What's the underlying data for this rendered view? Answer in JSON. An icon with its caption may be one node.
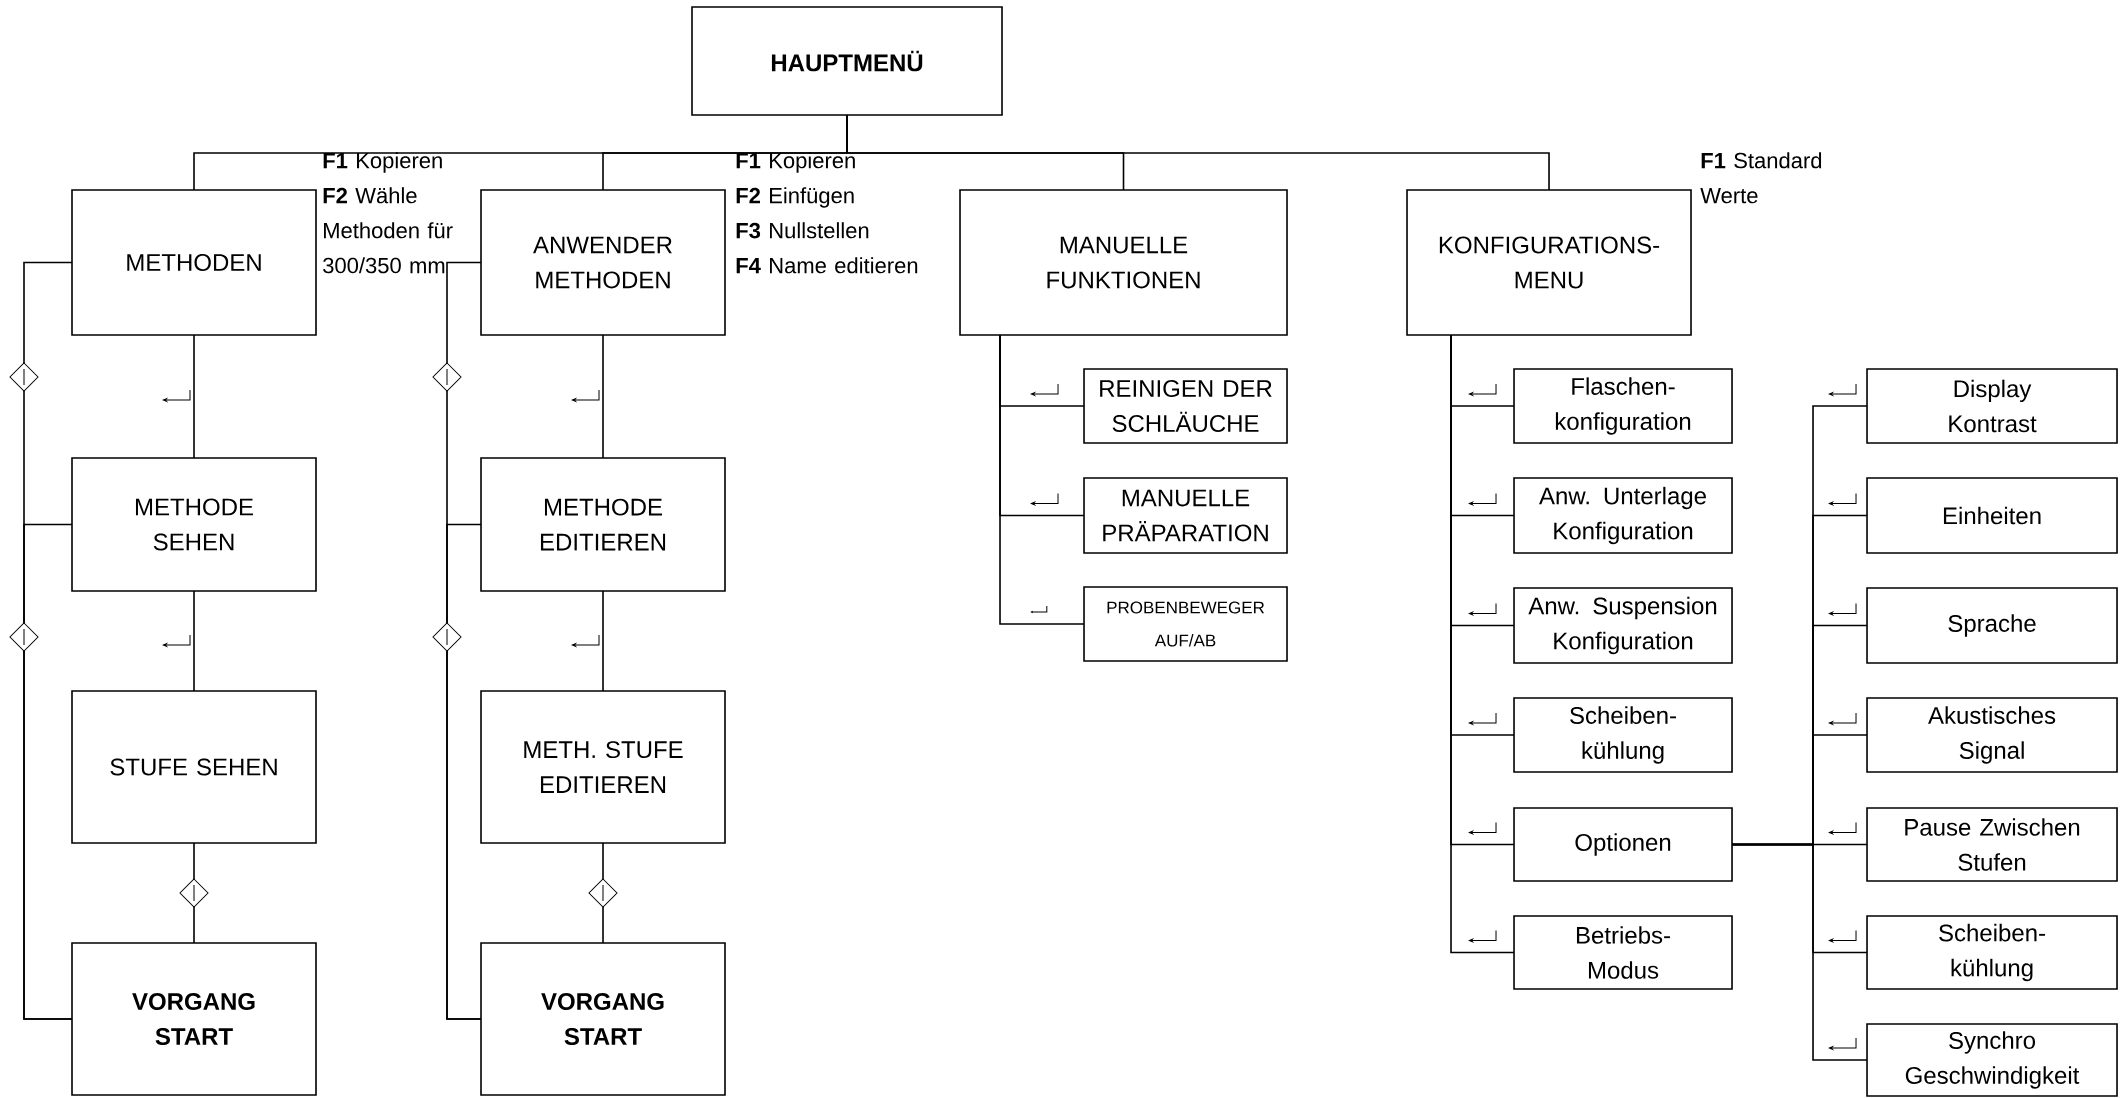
{
  "diagram": {
    "nodes": [
      {
        "text": [
          "HAUPTMENÜ"
        ]
      },
      {
        "text": [
          "METHODEN"
        ]
      },
      {
        "text": [
          "ANWENDER METHODEN"
        ]
      },
      {
        "text": [
          "MANUELLE FUNKTIONEN"
        ]
      },
      {
        "text": [
          "KONFIGURATIONS-MENU"
        ]
      },
      {
        "text": [
          "METHODE SEHEN"
        ]
      },
      {
        "text": [
          "STUFE SEHEN"
        ]
      },
      {
        "text": [
          "VORGANG START"
        ]
      },
      {
        "text": [
          "METHODE EDITIEREN"
        ]
      },
      {
        "text": [
          "METH. STUFE EDITIEREN"
        ]
      },
      {
        "text": [
          "VORGANG START"
        ]
      },
      {
        "text": [
          "REINIGEN DER SCHLÄUCHE"
        ]
      },
      {
        "text": [
          "MANUELLE PRÄPARATION"
        ]
      },
      {
        "text": [
          "PROBENBEWEGER AUF/AB"
        ]
      },
      {
        "text": [
          "Flaschen-konfiguration"
        ]
      },
      {
        "text": [
          "Anw. Unterlage Konfiguration"
        ]
      },
      {
        "text": [
          "Anw. Suspension Konfiguration"
        ]
      },
      {
        "text": [
          "Scheiben-kühlung"
        ]
      },
      {
        "text": [
          "Optionen"
        ]
      },
      {
        "text": [
          "Betriebs-Modus"
        ]
      },
      {
        "text": [
          "Display Kontrast"
        ]
      },
      {
        "text": [
          "Einheiten"
        ]
      },
      {
        "text": [
          "Sprache"
        ]
      },
      {
        "text": [
          "Akustisches Signal"
        ]
      },
      {
        "text": [
          "Pause Zwischen Stufen"
        ]
      },
      {
        "text": [
          "Scheiben-kühlung"
        ]
      },
      {
        "text": [
          "Synchro Geschwindigkeit"
        ]
      }
    ],
    "edges": [
      {
        "from": 0,
        "to": 1,
        "arrow": "none"
      },
      {
        "from": 0,
        "to": 2,
        "arrow": "none"
      },
      {
        "from": 0,
        "to": 3,
        "arrow": "none"
      },
      {
        "from": 0,
        "to": 4,
        "arrow": "none"
      },
      {
        "from": 1,
        "to": 5,
        "arrow": "none"
      },
      {
        "from": 5,
        "to": 6,
        "arrow": "none"
      },
      {
        "from": 6,
        "to": 7,
        "arrow": "none"
      },
      {
        "from": 1,
        "to": 7,
        "arrow": "none"
      },
      {
        "from": 5,
        "to": 7,
        "arrow": "none"
      },
      {
        "from": 2,
        "to": 8,
        "arrow": "none"
      },
      {
        "from": 8,
        "to": 9,
        "arrow": "none"
      },
      {
        "from": 9,
        "to": 10,
        "arrow": "none"
      },
      {
        "from": 2,
        "to": 10,
        "arrow": "none"
      },
      {
        "from": 8,
        "to": 10,
        "arrow": "none"
      },
      {
        "from": 3,
        "to": 11,
        "arrow": "none"
      },
      {
        "from": 3,
        "to": 12,
        "arrow": "none"
      },
      {
        "from": 3,
        "to": 13,
        "arrow": "none"
      },
      {
        "from": 4,
        "to": 14,
        "arrow": "none"
      },
      {
        "from": 4,
        "to": 15,
        "arrow": "none"
      },
      {
        "from": 4,
        "to": 16,
        "arrow": "none"
      },
      {
        "from": 4,
        "to": 17,
        "arrow": "none"
      },
      {
        "from": 4,
        "to": 18,
        "arrow": "none"
      },
      {
        "from": 4,
        "to": 19,
        "arrow": "none"
      },
      {
        "from": 18,
        "to": 20,
        "arrow": "none"
      },
      {
        "from": 18,
        "to": 21,
        "arrow": "none"
      },
      {
        "from": 18,
        "to": 22,
        "arrow": "none"
      },
      {
        "from": 18,
        "to": 23,
        "arrow": "none"
      },
      {
        "from": 18,
        "to": 24,
        "arrow": "none"
      },
      {
        "from": 18,
        "to": 25,
        "arrow": "none"
      },
      {
        "from": 18,
        "to": 26,
        "arrow": "none"
      }
    ],
    "labels": [
      "**F1** Kopieren",
      "**F2** Wähle Methoden für 300/350 mm",
      "**F1** Kopieren",
      "**F2** Einfügen",
      "**F3** Nullstellen",
      "**F4** Name editieren",
      "**F1** Standard Werte"
    ]
  }
}
